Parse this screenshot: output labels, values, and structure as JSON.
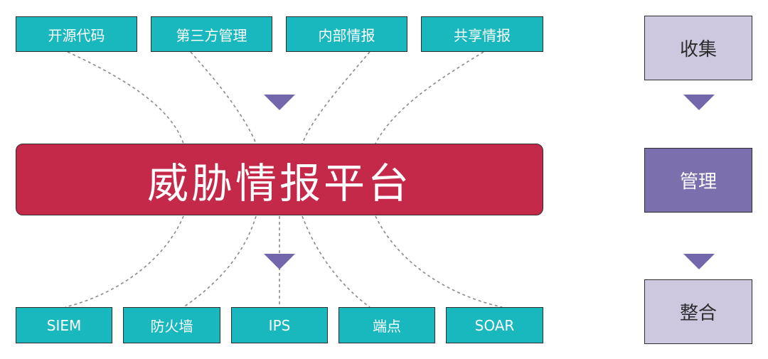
{
  "sources": [
    "开源代码",
    "第三方管理",
    "内部情报",
    "共享情报"
  ],
  "platform": "威胁情报平台",
  "outputs": [
    "SIEM",
    "防火墙",
    "IPS",
    "端点",
    "SOAR"
  ],
  "stages": [
    "收集",
    "管理",
    "整合"
  ],
  "colors": {
    "teal": "#19b8bf",
    "crimson": "#c4294a",
    "lavender": "#cdc8e0",
    "purple": "#7b6fae",
    "arrow": "#7466aa",
    "dash": "#8a8a8a"
  }
}
